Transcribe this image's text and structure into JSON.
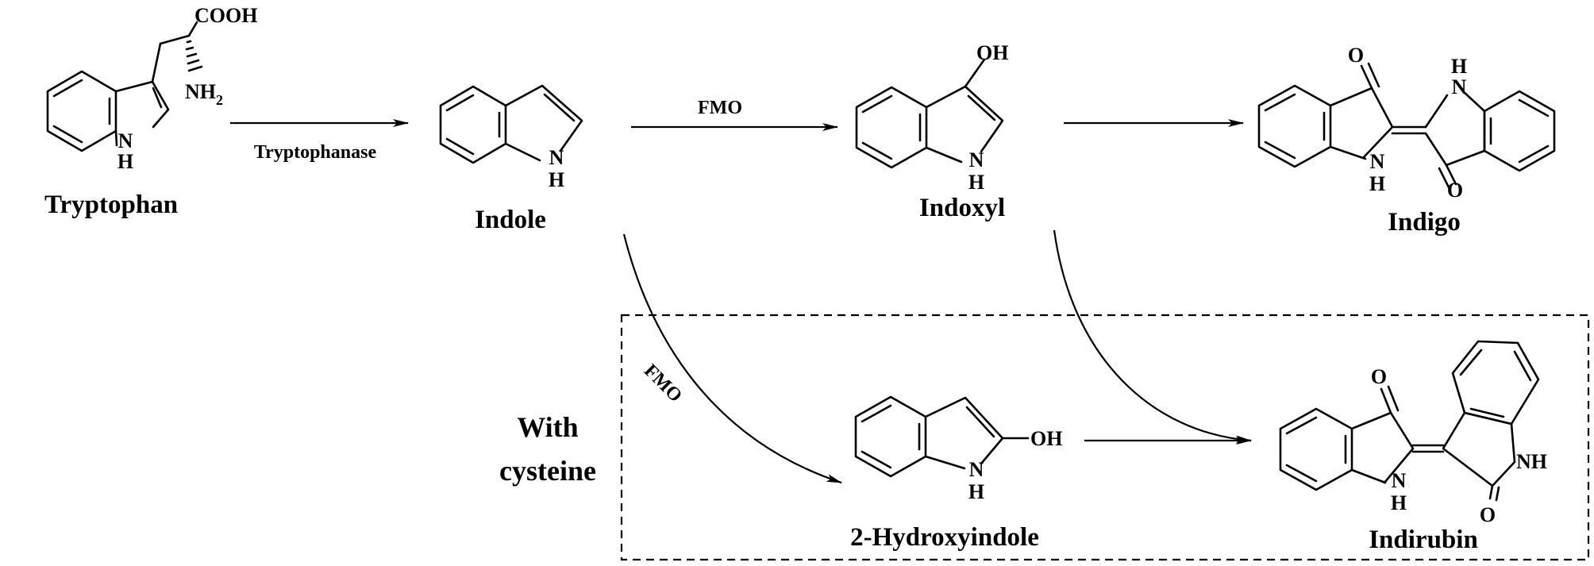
{
  "compounds": [
    {
      "id": "tryptophan",
      "name": "Tryptophan",
      "labels": {
        "acid": "COOH",
        "amine": "NH",
        "amine_sub": "2",
        "nh": "N",
        "h": "H"
      }
    },
    {
      "id": "indole",
      "name": "Indole",
      "labels": {
        "nh": "N",
        "h": "H"
      }
    },
    {
      "id": "indoxyl",
      "name": "Indoxyl",
      "labels": {
        "oh": "OH",
        "nh": "N",
        "h": "H"
      }
    },
    {
      "id": "indigo",
      "name": "Indigo",
      "labels": {
        "o1": "O",
        "o2": "O",
        "nh1": "N",
        "h1": "H",
        "nh2_h": "H",
        "nh2_n": "N"
      }
    },
    {
      "id": "hydroxyindole",
      "name": "2-Hydroxyindole",
      "labels": {
        "oh": "OH",
        "nh": "N",
        "h": "H"
      }
    },
    {
      "id": "indirubin",
      "name": "Indirubin",
      "labels": {
        "o1": "O",
        "o2": "O",
        "nh1": "N",
        "h1": "H",
        "nh2": "NH"
      }
    }
  ],
  "enzymes": {
    "tryptophanase": "Tryptophanase",
    "fmo1": "FMO",
    "fmo2": "FMO"
  },
  "condition": {
    "line1": "With",
    "line2": "cysteine"
  }
}
